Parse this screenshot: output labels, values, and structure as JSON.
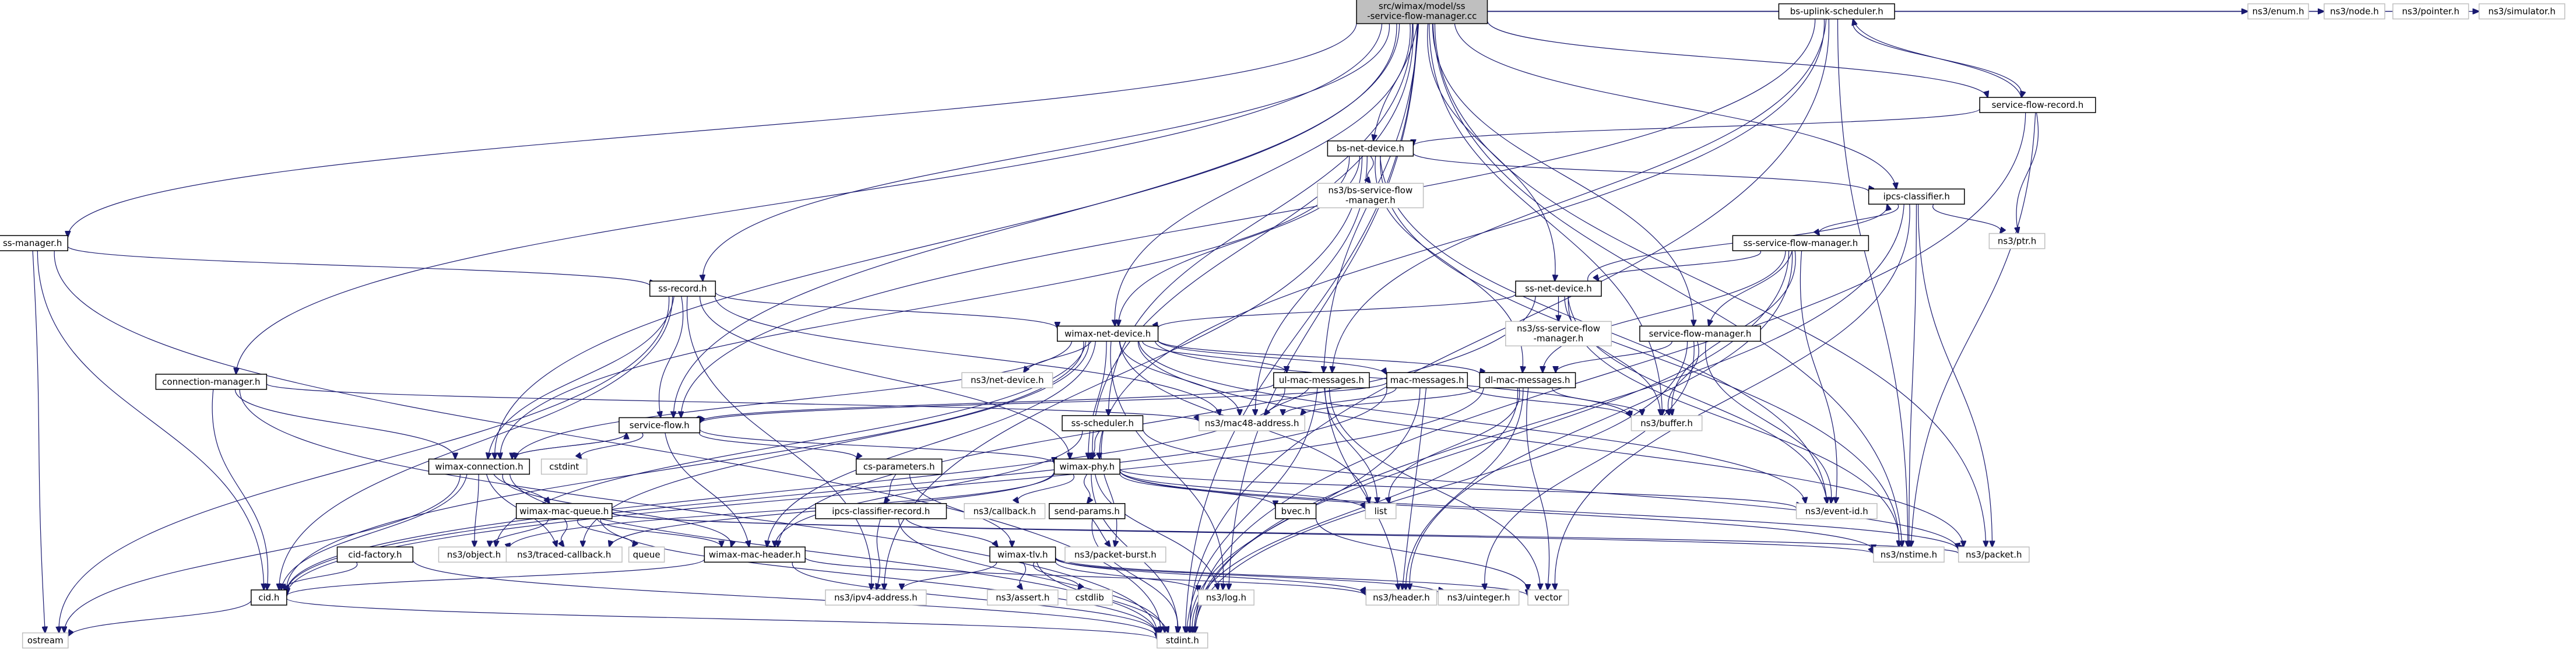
{
  "title": "src/wimax/model/ss-service-flow-manager.cc include dependency graph",
  "colors": {
    "edge": "#191970",
    "root_fill": "#bfbfbf",
    "local_border": "#000000",
    "external_border": "#bfbfbf"
  },
  "nodes": [
    {
      "id": "root",
      "label": [
        "src/wimax/model/ss",
        "-service-flow-manager.cc"
      ],
      "kind": "root"
    },
    {
      "id": "bs-uplink-scheduler",
      "label": [
        "bs-uplink-scheduler.h"
      ],
      "kind": "local"
    },
    {
      "id": "ns3-enum",
      "label": [
        "ns3/enum.h"
      ],
      "kind": "ext"
    },
    {
      "id": "ns3-node",
      "label": [
        "ns3/node.h"
      ],
      "kind": "ext"
    },
    {
      "id": "ns3-pointer",
      "label": [
        "ns3/pointer.h"
      ],
      "kind": "ext"
    },
    {
      "id": "ns3-simulator",
      "label": [
        "ns3/simulator.h"
      ],
      "kind": "ext"
    },
    {
      "id": "service-flow-record",
      "label": [
        "service-flow-record.h"
      ],
      "kind": "local"
    },
    {
      "id": "bs-net-device",
      "label": [
        "bs-net-device.h"
      ],
      "kind": "local"
    },
    {
      "id": "ns3-bs-service-flow-manager",
      "label": [
        "ns3/bs-service-flow",
        "-manager.h"
      ],
      "kind": "ext"
    },
    {
      "id": "ipcs-classifier",
      "label": [
        "ipcs-classifier.h"
      ],
      "kind": "local"
    },
    {
      "id": "ns3-ptr",
      "label": [
        "ns3/ptr.h"
      ],
      "kind": "ext"
    },
    {
      "id": "ss-service-flow-manager",
      "label": [
        "ss-service-flow-manager.h"
      ],
      "kind": "local"
    },
    {
      "id": "ss-manager",
      "label": [
        "ss-manager.h"
      ],
      "kind": "local"
    },
    {
      "id": "ss-record",
      "label": [
        "ss-record.h"
      ],
      "kind": "local"
    },
    {
      "id": "ss-net-device",
      "label": [
        "ss-net-device.h"
      ],
      "kind": "local"
    },
    {
      "id": "ns3-ss-service-flow-manager",
      "label": [
        "ns3/ss-service-flow",
        "-manager.h"
      ],
      "kind": "ext"
    },
    {
      "id": "service-flow-manager",
      "label": [
        "service-flow-manager.h"
      ],
      "kind": "local"
    },
    {
      "id": "wimax-net-device",
      "label": [
        "wimax-net-device.h"
      ],
      "kind": "local"
    },
    {
      "id": "ns3-net-device",
      "label": [
        "ns3/net-device.h"
      ],
      "kind": "ext"
    },
    {
      "id": "connection-manager",
      "label": [
        "connection-manager.h"
      ],
      "kind": "local"
    },
    {
      "id": "ul-mac-messages",
      "label": [
        "ul-mac-messages.h"
      ],
      "kind": "local"
    },
    {
      "id": "mac-messages",
      "label": [
        "mac-messages.h"
      ],
      "kind": "local"
    },
    {
      "id": "dl-mac-messages",
      "label": [
        "dl-mac-messages.h"
      ],
      "kind": "local"
    },
    {
      "id": "ns3-mac48-address",
      "label": [
        "ns3/mac48-address.h"
      ],
      "kind": "ext"
    },
    {
      "id": "ns3-buffer",
      "label": [
        "ns3/buffer.h"
      ],
      "kind": "ext"
    },
    {
      "id": "service-flow",
      "label": [
        "service-flow.h"
      ],
      "kind": "local"
    },
    {
      "id": "ss-scheduler",
      "label": [
        "ss-scheduler.h"
      ],
      "kind": "local"
    },
    {
      "id": "wimax-connection",
      "label": [
        "wimax-connection.h"
      ],
      "kind": "local"
    },
    {
      "id": "cstdint",
      "label": [
        "cstdint"
      ],
      "kind": "ext"
    },
    {
      "id": "cs-parameters",
      "label": [
        "cs-parameters.h"
      ],
      "kind": "local"
    },
    {
      "id": "wimax-phy",
      "label": [
        "wimax-phy.h"
      ],
      "kind": "local"
    },
    {
      "id": "ns3-event-id",
      "label": [
        "ns3/event-id.h"
      ],
      "kind": "ext"
    },
    {
      "id": "wimax-mac-queue",
      "label": [
        "wimax-mac-queue.h"
      ],
      "kind": "local"
    },
    {
      "id": "ipcs-classifier-record",
      "label": [
        "ipcs-classifier-record.h"
      ],
      "kind": "local"
    },
    {
      "id": "ns3-callback",
      "label": [
        "ns3/callback.h"
      ],
      "kind": "ext"
    },
    {
      "id": "send-params",
      "label": [
        "send-params.h"
      ],
      "kind": "local"
    },
    {
      "id": "bvec",
      "label": [
        "bvec.h"
      ],
      "kind": "local"
    },
    {
      "id": "list",
      "label": [
        "list"
      ],
      "kind": "ext"
    },
    {
      "id": "ns3-nstime",
      "label": [
        "ns3/nstime.h"
      ],
      "kind": "ext"
    },
    {
      "id": "ns3-packet",
      "label": [
        "ns3/packet.h"
      ],
      "kind": "ext"
    },
    {
      "id": "cid-factory",
      "label": [
        "cid-factory.h"
      ],
      "kind": "local"
    },
    {
      "id": "ns3-object",
      "label": [
        "ns3/object.h"
      ],
      "kind": "ext"
    },
    {
      "id": "ns3-traced-callback",
      "label": [
        "ns3/traced-callback.h"
      ],
      "kind": "ext"
    },
    {
      "id": "queue",
      "label": [
        "queue"
      ],
      "kind": "ext"
    },
    {
      "id": "wimax-mac-header",
      "label": [
        "wimax-mac-header.h"
      ],
      "kind": "local"
    },
    {
      "id": "wimax-tlv",
      "label": [
        "wimax-tlv.h"
      ],
      "kind": "local"
    },
    {
      "id": "ns3-packet-burst",
      "label": [
        "ns3/packet-burst.h"
      ],
      "kind": "ext"
    },
    {
      "id": "cid",
      "label": [
        "cid.h"
      ],
      "kind": "local"
    },
    {
      "id": "ns3-ipv4-address",
      "label": [
        "ns3/ipv4-address.h"
      ],
      "kind": "ext"
    },
    {
      "id": "ns3-assert",
      "label": [
        "ns3/assert.h"
      ],
      "kind": "ext"
    },
    {
      "id": "cstdlib",
      "label": [
        "cstdlib"
      ],
      "kind": "ext"
    },
    {
      "id": "ns3-log",
      "label": [
        "ns3/log.h"
      ],
      "kind": "ext"
    },
    {
      "id": "ns3-header",
      "label": [
        "ns3/header.h"
      ],
      "kind": "ext"
    },
    {
      "id": "ns3-uinteger",
      "label": [
        "ns3/uinteger.h"
      ],
      "kind": "ext"
    },
    {
      "id": "vector",
      "label": [
        "vector"
      ],
      "kind": "ext"
    },
    {
      "id": "ostream",
      "label": [
        "ostream"
      ],
      "kind": "ext"
    },
    {
      "id": "stdint",
      "label": [
        "stdint.h"
      ],
      "kind": "ext"
    }
  ],
  "edges": [
    [
      "root",
      "bs-uplink-scheduler"
    ],
    [
      "root",
      "ns3-enum"
    ],
    [
      "root",
      "ns3-node"
    ],
    [
      "root",
      "ns3-pointer"
    ],
    [
      "root",
      "ns3-simulator"
    ],
    [
      "root",
      "service-flow-record"
    ],
    [
      "root",
      "bs-net-device"
    ],
    [
      "root",
      "ss-manager"
    ],
    [
      "root",
      "ss-record"
    ],
    [
      "root",
      "ss-net-device"
    ],
    [
      "root",
      "service-flow-manager"
    ],
    [
      "root",
      "wimax-net-device"
    ],
    [
      "root",
      "connection-manager"
    ],
    [
      "root",
      "service-flow"
    ],
    [
      "root",
      "wimax-connection"
    ],
    [
      "root",
      "ul-mac-messages"
    ],
    [
      "root",
      "ss-scheduler"
    ],
    [
      "root",
      "wimax-phy"
    ],
    [
      "root",
      "ns3-log"
    ],
    [
      "root",
      "ns3-packet"
    ],
    [
      "root",
      "ns3-nstime"
    ],
    [
      "root",
      "stdint"
    ],
    [
      "root",
      "ns3-buffer"
    ],
    [
      "root",
      "ipcs-classifier"
    ],
    [
      "bs-uplink-scheduler",
      "service-flow-record"
    ],
    [
      "bs-uplink-scheduler",
      "service-flow"
    ],
    [
      "bs-uplink-scheduler",
      "wimax-phy"
    ],
    [
      "bs-uplink-scheduler",
      "ul-mac-messages"
    ],
    [
      "bs-uplink-scheduler",
      "ns3-nstime"
    ],
    [
      "bs-uplink-scheduler",
      "stdint"
    ],
    [
      "service-flow-record",
      "bs-uplink-scheduler"
    ],
    [
      "service-flow-record",
      "bs-net-device"
    ],
    [
      "service-flow-record",
      "ns3-ptr"
    ],
    [
      "service-flow-record",
      "ns3-nstime"
    ],
    [
      "service-flow-record",
      "stdint"
    ],
    [
      "bs-net-device",
      "ns3-bs-service-flow-manager"
    ],
    [
      "bs-net-device",
      "ipcs-classifier"
    ],
    [
      "bs-net-device",
      "wimax-net-device"
    ],
    [
      "bs-net-device",
      "wimax-connection"
    ],
    [
      "bs-net-device",
      "dl-mac-messages"
    ],
    [
      "bs-net-device",
      "ns3-mac48-address"
    ],
    [
      "bs-net-device",
      "ns3-event-id"
    ],
    [
      "bs-net-device",
      "ns3-nstime"
    ],
    [
      "bs-net-device",
      "ns3-ipv4-address"
    ],
    [
      "ipcs-classifier",
      "ss-service-flow-manager"
    ],
    [
      "ipcs-classifier",
      "ns3-ptr"
    ],
    [
      "ipcs-classifier",
      "ns3-packet"
    ],
    [
      "ipcs-classifier",
      "vector"
    ],
    [
      "ipcs-classifier",
      "stdint"
    ],
    [
      "ipcs-classifier",
      "ns3-nstime"
    ],
    [
      "ss-service-flow-manager",
      "ss-net-device"
    ],
    [
      "ss-service-flow-manager",
      "service-flow-manager"
    ],
    [
      "ss-service-flow-manager",
      "dl-mac-messages"
    ],
    [
      "ss-service-flow-manager",
      "ns3-buffer"
    ],
    [
      "ss-service-flow-manager",
      "ns3-event-id"
    ],
    [
      "ss-service-flow-manager",
      "stdint"
    ],
    [
      "ss-service-flow-manager",
      "ns3-header"
    ],
    [
      "ss-net-device",
      "ipcs-classifier"
    ],
    [
      "ss-net-device",
      "ns3-ss-service-flow-manager"
    ],
    [
      "ss-net-device",
      "wimax-net-device"
    ],
    [
      "ss-net-device",
      "wimax-mac-header"
    ],
    [
      "ss-net-device",
      "ns3-buffer"
    ],
    [
      "ss-net-device",
      "ns3-event-id"
    ],
    [
      "ss-net-device",
      "ns3-nstime"
    ],
    [
      "service-flow-manager",
      "dl-mac-messages"
    ],
    [
      "service-flow-manager",
      "ns3-buffer"
    ],
    [
      "service-flow-manager",
      "ns3-event-id"
    ],
    [
      "service-flow-manager",
      "stdint"
    ],
    [
      "service-flow-manager",
      "ns3-uinteger"
    ],
    [
      "ss-manager",
      "ss-record"
    ],
    [
      "ss-manager",
      "cid"
    ],
    [
      "ss-manager",
      "ostream"
    ],
    [
      "ss-manager",
      "stdint"
    ],
    [
      "ss-record",
      "wimax-net-device"
    ],
    [
      "ss-record",
      "service-flow"
    ],
    [
      "ss-record",
      "wimax-connection"
    ],
    [
      "ss-record",
      "wimax-phy"
    ],
    [
      "ss-record",
      "ns3-mac48-address"
    ],
    [
      "ss-record",
      "ns3-ipv4-address"
    ],
    [
      "ss-record",
      "cid"
    ],
    [
      "ss-record",
      "ostream"
    ],
    [
      "wimax-net-device",
      "ns3-net-device"
    ],
    [
      "wimax-net-device",
      "ul-mac-messages"
    ],
    [
      "wimax-net-device",
      "mac-messages"
    ],
    [
      "wimax-net-device",
      "dl-mac-messages"
    ],
    [
      "wimax-net-device",
      "ns3-mac48-address"
    ],
    [
      "wimax-net-device",
      "ns3-buffer"
    ],
    [
      "wimax-net-device",
      "wimax-connection"
    ],
    [
      "wimax-net-device",
      "wimax-phy"
    ],
    [
      "wimax-net-device",
      "ns3-event-id"
    ],
    [
      "wimax-net-device",
      "ns3-log"
    ],
    [
      "wimax-net-device",
      "ns3-packet"
    ],
    [
      "wimax-net-device",
      "cid"
    ],
    [
      "wimax-net-device",
      "ns3-object"
    ],
    [
      "wimax-net-device",
      "ns3-traced-callback"
    ],
    [
      "wimax-net-device",
      "list"
    ],
    [
      "wimax-net-device",
      "wimax-mac-header"
    ],
    [
      "connection-manager",
      "wimax-connection"
    ],
    [
      "connection-manager",
      "ns3-mac48-address"
    ],
    [
      "connection-manager",
      "cid"
    ],
    [
      "connection-manager",
      "stdint"
    ],
    [
      "ul-mac-messages",
      "service-flow"
    ],
    [
      "ul-mac-messages",
      "ns3-mac48-address"
    ],
    [
      "ul-mac-messages",
      "list"
    ],
    [
      "ul-mac-messages",
      "ns3-header"
    ],
    [
      "ul-mac-messages",
      "stdint"
    ],
    [
      "ul-mac-messages",
      "vector"
    ],
    [
      "ul-mac-messages",
      "cid"
    ],
    [
      "mac-messages",
      "service-flow"
    ],
    [
      "mac-messages",
      "ns3-mac48-address"
    ],
    [
      "mac-messages",
      "ns3-buffer"
    ],
    [
      "mac-messages",
      "ns3-header"
    ],
    [
      "mac-messages",
      "stdint"
    ],
    [
      "mac-messages",
      "cid"
    ],
    [
      "dl-mac-messages",
      "ns3-mac48-address"
    ],
    [
      "dl-mac-messages",
      "ns3-buffer"
    ],
    [
      "dl-mac-messages",
      "list"
    ],
    [
      "dl-mac-messages",
      "vector"
    ],
    [
      "dl-mac-messages",
      "ns3-header"
    ],
    [
      "dl-mac-messages",
      "stdint"
    ],
    [
      "dl-mac-messages",
      "cid"
    ],
    [
      "service-flow",
      "wimax-connection"
    ],
    [
      "service-flow",
      "cstdint"
    ],
    [
      "service-flow",
      "cs-parameters"
    ],
    [
      "service-flow",
      "wimax-phy"
    ],
    [
      "service-flow",
      "wimax-mac-header"
    ],
    [
      "ss-scheduler",
      "wimax-phy"
    ],
    [
      "ss-scheduler",
      "wimax-mac-header"
    ],
    [
      "ss-scheduler",
      "ns3-packet"
    ],
    [
      "ss-scheduler",
      "ns3-packet-burst"
    ],
    [
      "wimax-connection",
      "service-flow"
    ],
    [
      "wimax-connection",
      "wimax-mac-queue"
    ],
    [
      "wimax-connection",
      "cid"
    ],
    [
      "wimax-connection",
      "ns3-object"
    ],
    [
      "wimax-connection",
      "ns3-traced-callback"
    ],
    [
      "wimax-connection",
      "wimax-mac-header"
    ],
    [
      "wimax-connection",
      "ostream"
    ],
    [
      "wimax-connection",
      "stdint"
    ],
    [
      "cs-parameters",
      "ipcs-classifier-record"
    ],
    [
      "cs-parameters",
      "wimax-tlv"
    ],
    [
      "wimax-phy",
      "ns3-callback"
    ],
    [
      "wimax-phy",
      "send-params"
    ],
    [
      "wimax-phy",
      "bvec"
    ],
    [
      "wimax-phy",
      "list"
    ],
    [
      "wimax-phy",
      "ns3-event-id"
    ],
    [
      "wimax-phy",
      "ns3-nstime"
    ],
    [
      "wimax-phy",
      "ns3-log"
    ],
    [
      "wimax-phy",
      "ns3-packet"
    ],
    [
      "wimax-phy",
      "stdint"
    ],
    [
      "wimax-phy",
      "ns3-object"
    ],
    [
      "wimax-phy",
      "ns3-traced-callback"
    ],
    [
      "wimax-mac-queue",
      "ns3-object"
    ],
    [
      "wimax-mac-queue",
      "ns3-traced-callback"
    ],
    [
      "wimax-mac-queue",
      "queue"
    ],
    [
      "wimax-mac-queue",
      "wimax-mac-header"
    ],
    [
      "wimax-mac-queue",
      "ns3-nstime"
    ],
    [
      "wimax-mac-queue",
      "ns3-packet"
    ],
    [
      "wimax-mac-queue",
      "stdint"
    ],
    [
      "ipcs-classifier-record",
      "wimax-tlv"
    ],
    [
      "ipcs-classifier-record",
      "ns3-ipv4-address"
    ],
    [
      "ipcs-classifier-record",
      "stdint"
    ],
    [
      "send-params",
      "ns3-packet-burst"
    ],
    [
      "send-params",
      "stdint"
    ],
    [
      "bvec",
      "vector"
    ],
    [
      "cid-factory",
      "cid"
    ],
    [
      "cid-factory",
      "stdint"
    ],
    [
      "wimax-mac-header",
      "cid"
    ],
    [
      "wimax-mac-header",
      "ns3-header"
    ],
    [
      "wimax-mac-header",
      "stdint"
    ],
    [
      "wimax-tlv",
      "ns3-ipv4-address"
    ],
    [
      "wimax-tlv",
      "ns3-assert"
    ],
    [
      "wimax-tlv",
      "cstdlib"
    ],
    [
      "wimax-tlv",
      "ns3-log"
    ],
    [
      "wimax-tlv",
      "ns3-header"
    ],
    [
      "wimax-tlv",
      "ns3-uinteger"
    ],
    [
      "wimax-tlv",
      "vector"
    ],
    [
      "wimax-tlv",
      "stdint"
    ],
    [
      "cid",
      "ostream"
    ],
    [
      "cid",
      "stdint"
    ]
  ]
}
